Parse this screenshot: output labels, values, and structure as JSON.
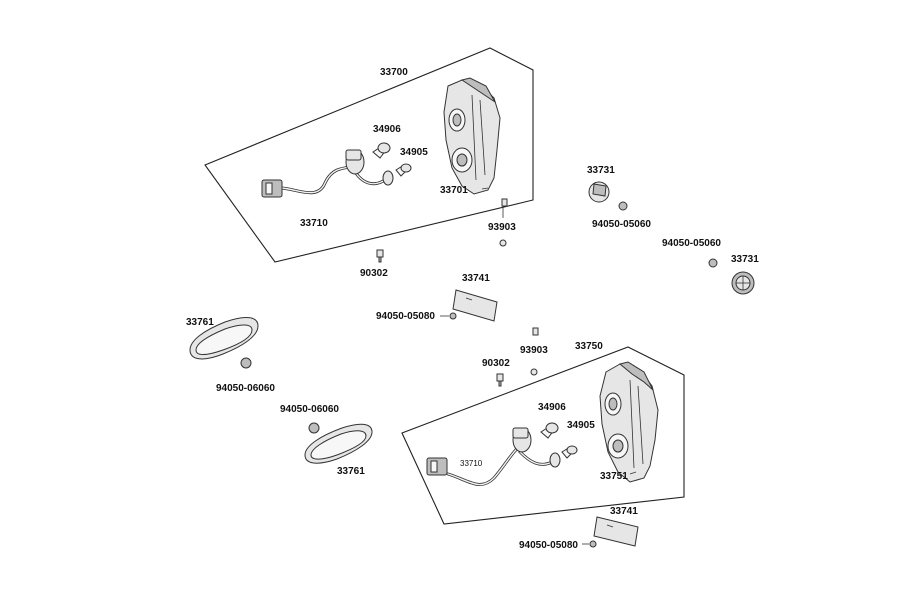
{
  "labels": {
    "upper_frame": "33700",
    "upper_bulb_top": "34906",
    "upper_bulb_small": "34905",
    "upper_harness": "33710",
    "upper_housing": "33701",
    "screw_upper_right": "93903",
    "screw_upper": "90302",
    "round_reflector_a": "33731",
    "nut_round_a": "94050-05060",
    "nut_round_b": "94050-05060",
    "round_reflector_b": "33731",
    "plate_reflector_a": "33741",
    "nut_plate_a": "94050-05080",
    "oval_reflector_a": "33761",
    "nut_oval_a": "94050-06060",
    "nut_oval_b": "94050-06060",
    "oval_reflector_b": "33761",
    "screw_lower": "90302",
    "screw_lower_right": "93903",
    "lower_frame": "33750",
    "lower_bulb_top": "34906",
    "lower_bulb_small": "34905",
    "lower_harness": "33710",
    "lower_housing": "33751",
    "plate_reflector_b": "33741",
    "nut_plate_b": "94050-05080"
  },
  "colors": {
    "line": "#222222",
    "part_fill": "#e6e6e6",
    "part_dark": "#bdbdbd"
  }
}
